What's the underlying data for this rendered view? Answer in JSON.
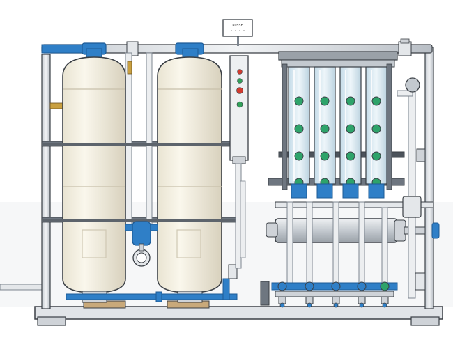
{
  "sign": {
    "label": "ROSSE",
    "sublabel": "• • • •"
  },
  "colors": {
    "tank_body": "#f4f0e2",
    "tank_shade": "#dcd6c4",
    "frame": "#d9dde2",
    "frame_edge": "#7d858f",
    "pipe_blue": "#2f7fc7",
    "pipe_blue_dark": "#1d5b96",
    "steel": "#c9ced4",
    "membrane_glass": "#d6e8f2",
    "valve_green": "#2ea36a",
    "indicator_red": "#d23b2f",
    "indicator_green": "#32a05a",
    "outline": "#3a3f45"
  },
  "components": {
    "tanks": [
      "sand-filter-tank",
      "carbon-filter-tank"
    ],
    "membranes": 4,
    "icons": [
      "control-panel-icon",
      "pressure-gauge-icon",
      "filter-housing-icon",
      "manifold-icon"
    ]
  }
}
